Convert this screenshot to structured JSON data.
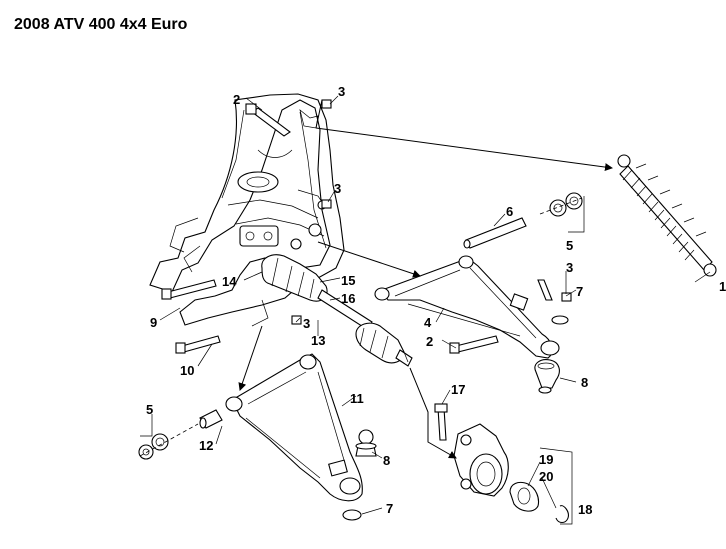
{
  "title": "2008 ATV 400 4x4 Euro",
  "callouts": [
    "1",
    "2",
    "2",
    "3",
    "3",
    "3",
    "3",
    "4",
    "5",
    "5",
    "6",
    "7",
    "7",
    "8",
    "8",
    "9",
    "10",
    "11",
    "12",
    "13",
    "14",
    "15",
    "16",
    "17",
    "18",
    "19",
    "20"
  ]
}
